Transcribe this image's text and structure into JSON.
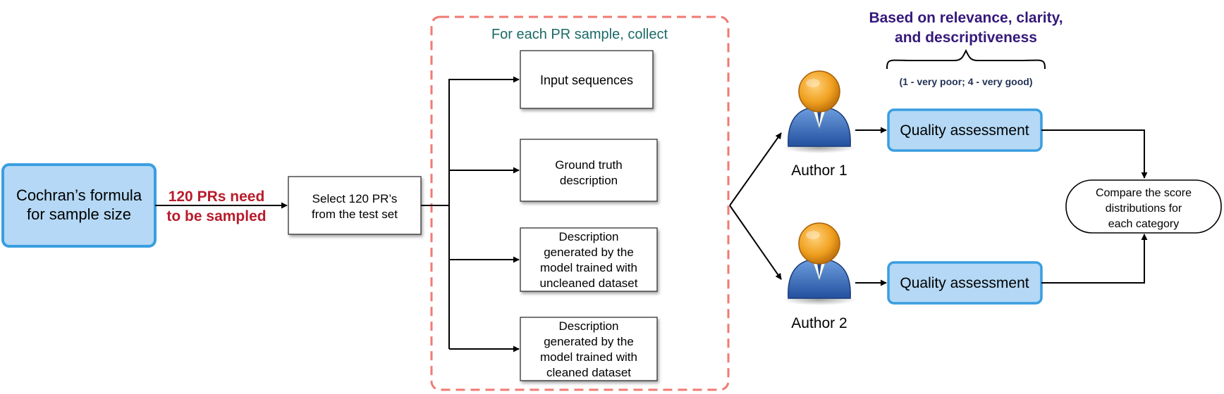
{
  "colors": {
    "blue_fill": "#b4d8f5",
    "blue_stroke": "#3a9ee0",
    "dashed_red": "#f07a72",
    "red_text": "#b81c2c",
    "teal_text": "#1a6a66",
    "purple_text": "#35197a",
    "navy_text": "#223355"
  },
  "start_box": {
    "line1": "Cochran’s formula",
    "line2": "for sample size"
  },
  "sample_label": {
    "line1": "120 PRs need",
    "line2": "to be sampled"
  },
  "select_box": {
    "line1": "Select 120 PR’s",
    "line2": "from the test set"
  },
  "collect_title": "For each PR sample, collect",
  "collect_items": [
    {
      "lines": [
        "Input sequences"
      ]
    },
    {
      "lines": [
        "Ground truth",
        "description"
      ]
    },
    {
      "lines": [
        "Description",
        "generated by the",
        "model trained with",
        "uncleaned dataset"
      ]
    },
    {
      "lines": [
        "Description",
        "generated by the",
        "model trained with",
        "cleaned dataset"
      ]
    }
  ],
  "authors": [
    {
      "label": "Author 1",
      "icon": "person-icon"
    },
    {
      "label": "Author 2",
      "icon": "person-icon"
    }
  ],
  "criteria_title": {
    "line1": "Based on relevance, clarity,",
    "line2": "and descriptiveness"
  },
  "scale_note": "(1 - very poor; 4 - very good)",
  "assessment_label": "Quality assessment",
  "compare_box": {
    "line1": "Compare the score",
    "line2": "distributions for",
    "line3": "each category"
  }
}
